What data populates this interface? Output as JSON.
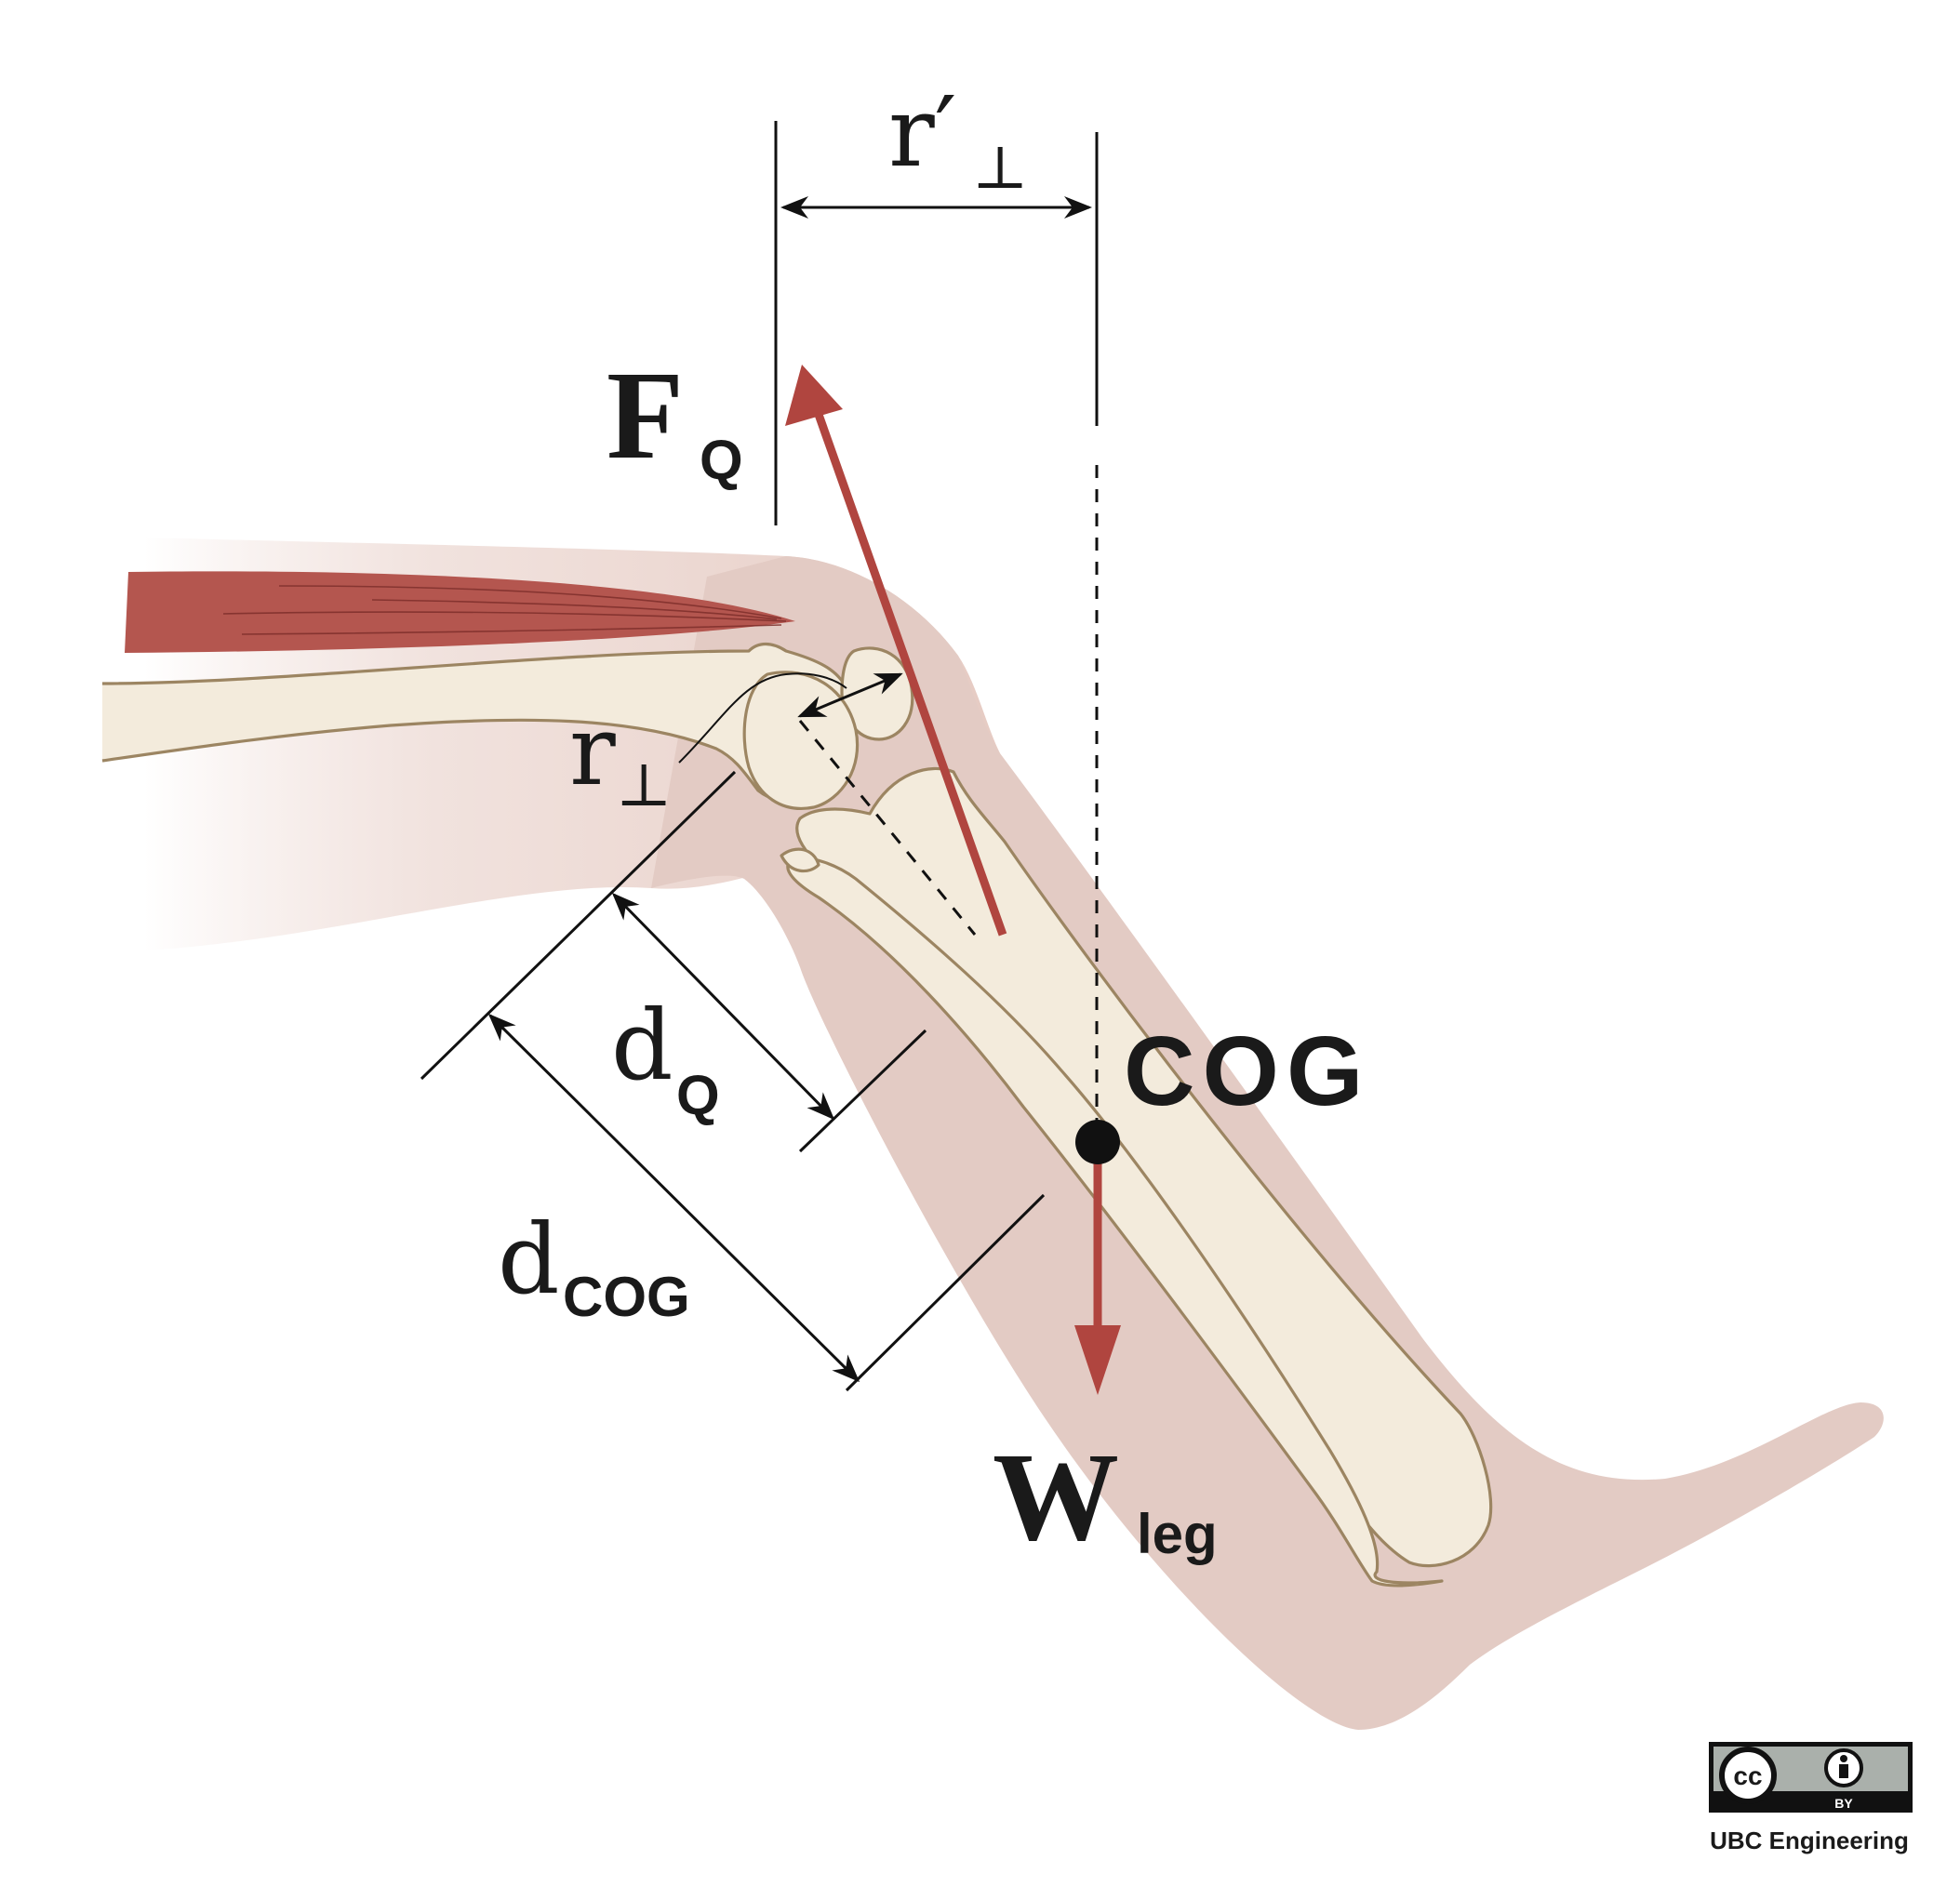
{
  "labels": {
    "r_prime_perp": {
      "main": "r′",
      "sub": "⊥"
    },
    "r_perp": {
      "main": "r",
      "sub": "⊥"
    },
    "force_quad": {
      "main": "F",
      "sub": "Q"
    },
    "d_quad": {
      "main": "d",
      "sub": "Q"
    },
    "d_cog": {
      "main": "d",
      "sub": "COG"
    },
    "cog": "COG",
    "weight_leg": {
      "main": "W",
      "sub": "leg"
    }
  },
  "license": {
    "badge_by": "BY",
    "credit": "UBC Engineering",
    "icons": [
      "cc-icon",
      "attribution-icon"
    ]
  },
  "colors": {
    "force_arrow": "#b0453f",
    "muscle": "#b4564f",
    "skin": "#e6cbc3",
    "bone_fill": "#f3ebdc",
    "bone_outline": "#9c8562",
    "dimension_lines": "#111111"
  }
}
